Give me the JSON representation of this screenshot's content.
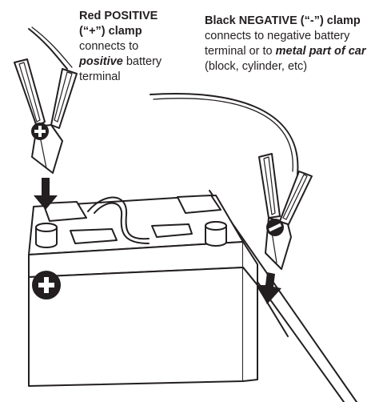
{
  "positive_label": {
    "line1": "Red POSITIVE",
    "line2": "(“+”) clamp",
    "line3": "connects to",
    "line4_em": "positive",
    "line4_rest": " battery",
    "line5": "terminal"
  },
  "negative_label": {
    "line1": "Black NEGATIVE (“-”) clamp",
    "line2": "connects to negative battery",
    "line3_pre": "terminal or to ",
    "line3_em": "metal part of car",
    "line4": "(block, cylinder, etc)"
  },
  "icons": {
    "positive_clamp_symbol": "plus-icon",
    "negative_clamp_symbol": "minus-icon",
    "battery_symbol": "plus-in-circle-icon",
    "arrow": "down-arrow-icon"
  },
  "colors": {
    "stroke": "#231f20",
    "fill": "#ffffff"
  }
}
